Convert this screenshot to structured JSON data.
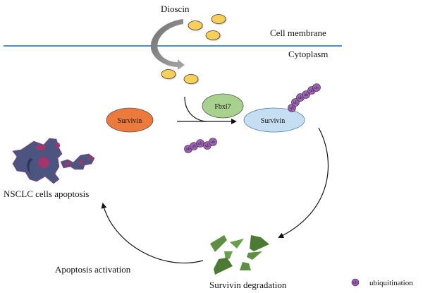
{
  "labels": {
    "dioscin": "Dioscin",
    "cell_membrane": "Cell membrane",
    "cytoplasm": "Cytoplasm",
    "fbxl7": "Fbxl7",
    "survivin_left": "Survivin",
    "survivin_right": "Survivin",
    "nsclc_apoptosis": "NSCLC cells apoptosis",
    "apoptosis_activation": "Apoptosis activation",
    "survivin_degradation": "Survivin degradation"
  },
  "legend": {
    "icon_text": "ub",
    "label": "ubiquitination"
  },
  "ub_label": "ub",
  "colors": {
    "membrane": "#4f8fc4",
    "dioscin": "#f7cf5a",
    "survivin_left": "#ec7a3c",
    "survivin_right": "#c6def2",
    "fbxl7": "#a9d18e",
    "ubiquitin": "#9b64b0",
    "fragments_dark": "#4d7a35",
    "fragments_light": "#6a9e4c",
    "cell_body": "#4b5580",
    "cell_spots": "#a3356d"
  }
}
